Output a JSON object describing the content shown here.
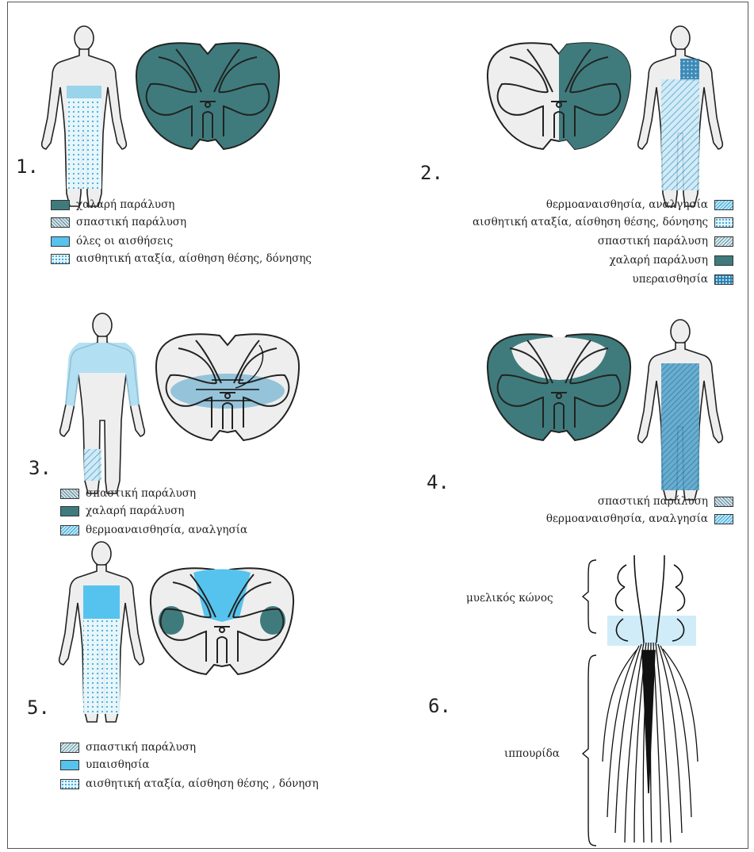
{
  "cases": [
    {
      "number": "1.",
      "legend": [
        {
          "swatch": "flaccid",
          "label": " χαλαρή παράλυση"
        },
        {
          "swatch": "spastic",
          "label": "σπαστική παράλυση"
        },
        {
          "swatch": "allsens",
          "label": " όλες οι αισθήσεις"
        },
        {
          "swatch": "vib",
          "label": "αισθητική αταξία, αίσθηση θέσης, δόνησης"
        }
      ]
    },
    {
      "number": "2.",
      "legend": [
        {
          "swatch": "temp",
          "label": "θερμοαναισθησία, αναλγησία"
        },
        {
          "swatch": "vib",
          "label": "αισθητική αταξία, αίσθηση θέσης, δόνησης"
        },
        {
          "swatch": "spastic2",
          "label": "σπαστική παράλυση"
        },
        {
          "swatch": "flaccid",
          "label": "χαλαρή παράλυση"
        },
        {
          "swatch": "hyper",
          "label": "υπεραισθησία"
        }
      ]
    },
    {
      "number": "3.",
      "legend": [
        {
          "swatch": "spastic",
          "label": "σπαστική παράλυση"
        },
        {
          "swatch": "flaccid",
          "label": "χαλαρή παράλυση"
        },
        {
          "swatch": "temp",
          "label": "θερμοαναισθησία, αναλγησία"
        }
      ]
    },
    {
      "number": "4.",
      "legend": [
        {
          "swatch": "spastic",
          "label": "σπαστική παράλυση"
        },
        {
          "swatch": "temp",
          "label": "θερμοαναισθησία, αναλγησία"
        }
      ]
    },
    {
      "number": "5.",
      "legend": [
        {
          "swatch": "spastic2",
          "label": "σπαστική παράλυση"
        },
        {
          "swatch": "hypo",
          "label": "υπαισθησία"
        },
        {
          "swatch": "vib",
          "label": "αισθητική αταξία, αίσθηση θέσης   , δόνηση"
        }
      ]
    },
    {
      "number": "6.",
      "labels": {
        "conus": "μυελικός κώνος",
        "cauda": "ιππουρίδα"
      }
    }
  ],
  "colors": {
    "flaccid": "#3f7b7c",
    "sensory": "#56c3ee",
    "cord": "#eeeeee",
    "outline": "#222222"
  }
}
